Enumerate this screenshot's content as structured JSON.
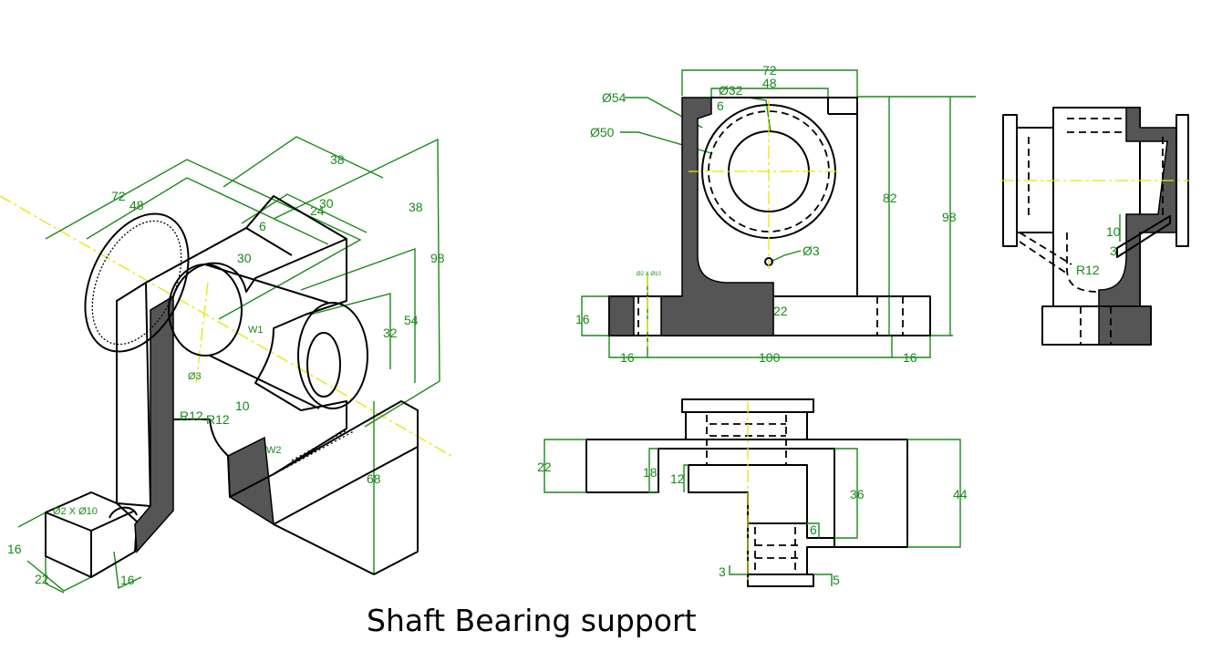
{
  "title": "Shaft Bearing support",
  "colors": {
    "outline": "#000000",
    "dimension": "#1a8a1a",
    "centerline": "#e6e600",
    "section_fill": "#555555",
    "background": "#ffffff"
  },
  "isometric_view": {
    "dims": [
      "72",
      "48",
      "38",
      "38",
      "30",
      "24",
      "6",
      "30",
      "98",
      "54",
      "32",
      "10",
      "68",
      "16",
      "22",
      "16"
    ],
    "labels": {
      "w1": "W1",
      "w2": "W2",
      "r12_a": "R12",
      "r12_b": "R12",
      "hole": "Ø3",
      "counterbore": "Ø2 X Ø10"
    }
  },
  "front_view": {
    "dims": {
      "width": "72",
      "inner_width": "48",
      "bore_small": "Ø32",
      "flange": "6",
      "outer_dia": "Ø54",
      "mid_dia": "Ø50",
      "height_82": "82",
      "height_98": "98",
      "oil_hole": "Ø3",
      "base_height": "16",
      "base_thick": "22",
      "left_16": "16",
      "length": "100",
      "right_16": "16",
      "tiny_hole": "Ø2 X Ø10"
    }
  },
  "side_view": {
    "dims": {
      "d10": "10",
      "d3": "3",
      "radius": "R12"
    }
  },
  "top_view": {
    "dims": {
      "d22": "22",
      "d18": "18",
      "d12": "12",
      "d36": "36",
      "d44": "44",
      "d6": "6",
      "d3": "3",
      "d5": "5"
    }
  }
}
